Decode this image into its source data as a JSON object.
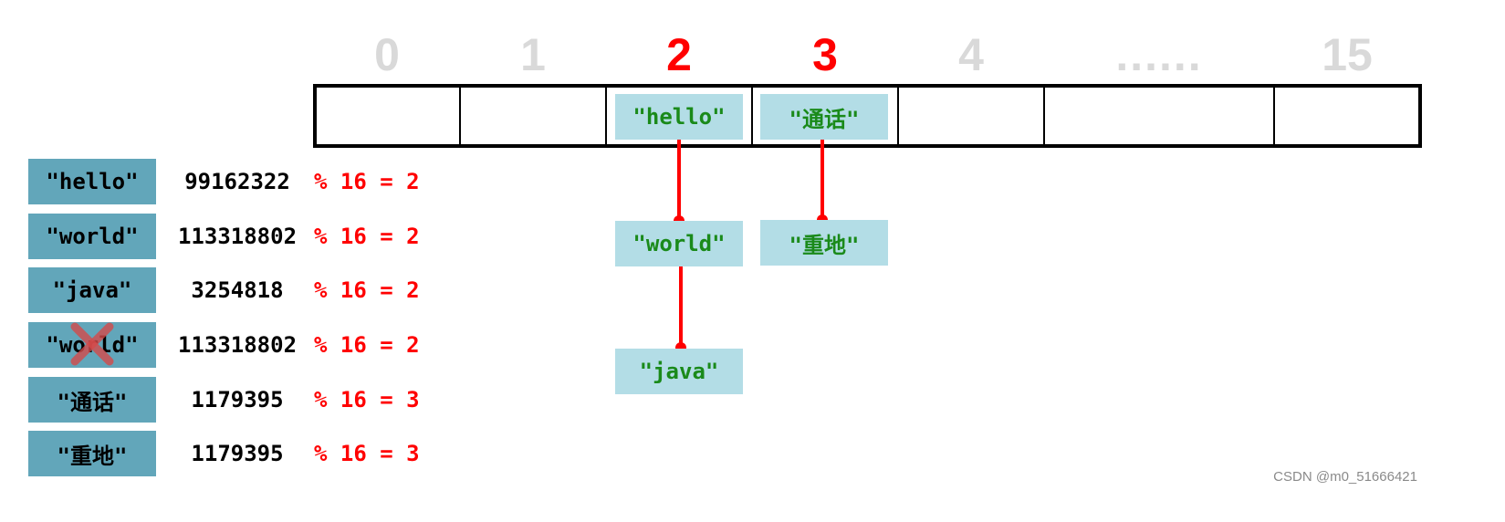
{
  "bucket_indices": [
    "0",
    "1",
    "2",
    "3",
    "4",
    "......",
    "15"
  ],
  "highlighted_indices": [
    "2",
    "3"
  ],
  "buckets": {
    "b2": {
      "head": "\"hello\"",
      "chain": [
        "\"world\"",
        "\"java\""
      ]
    },
    "b3": {
      "head": "\"通话\"",
      "chain": [
        "\"重地\""
      ]
    }
  },
  "entries": [
    {
      "key": "\"hello\"",
      "hash": "99162322",
      "mod": "% 16 = 2"
    },
    {
      "key": "\"world\"",
      "hash": "113318802",
      "mod": "% 16 = 2"
    },
    {
      "key": "\"java\"",
      "hash": "3254818",
      "mod": "% 16 = 2"
    },
    {
      "key": "\"world\"",
      "hash": "113318802",
      "mod": "% 16 = 2",
      "rejected": true
    },
    {
      "key": "\"通话\"",
      "hash": "1179395",
      "mod": "% 16 = 3"
    },
    {
      "key": "\"重地\"",
      "hash": "1179395",
      "mod": "% 16 = 3"
    }
  ],
  "watermark": "CSDN @m0_51666421",
  "colors": {
    "index_dim": "#d9d9d9",
    "index_highlight": "#ff0000",
    "key_box": "#62a6ba",
    "node_box": "#b3dde6",
    "node_text": "#1a8a1a",
    "link": "#ff0000",
    "mod_text": "#ff0000"
  },
  "icons": {
    "rejected_marker": "cross-icon"
  }
}
